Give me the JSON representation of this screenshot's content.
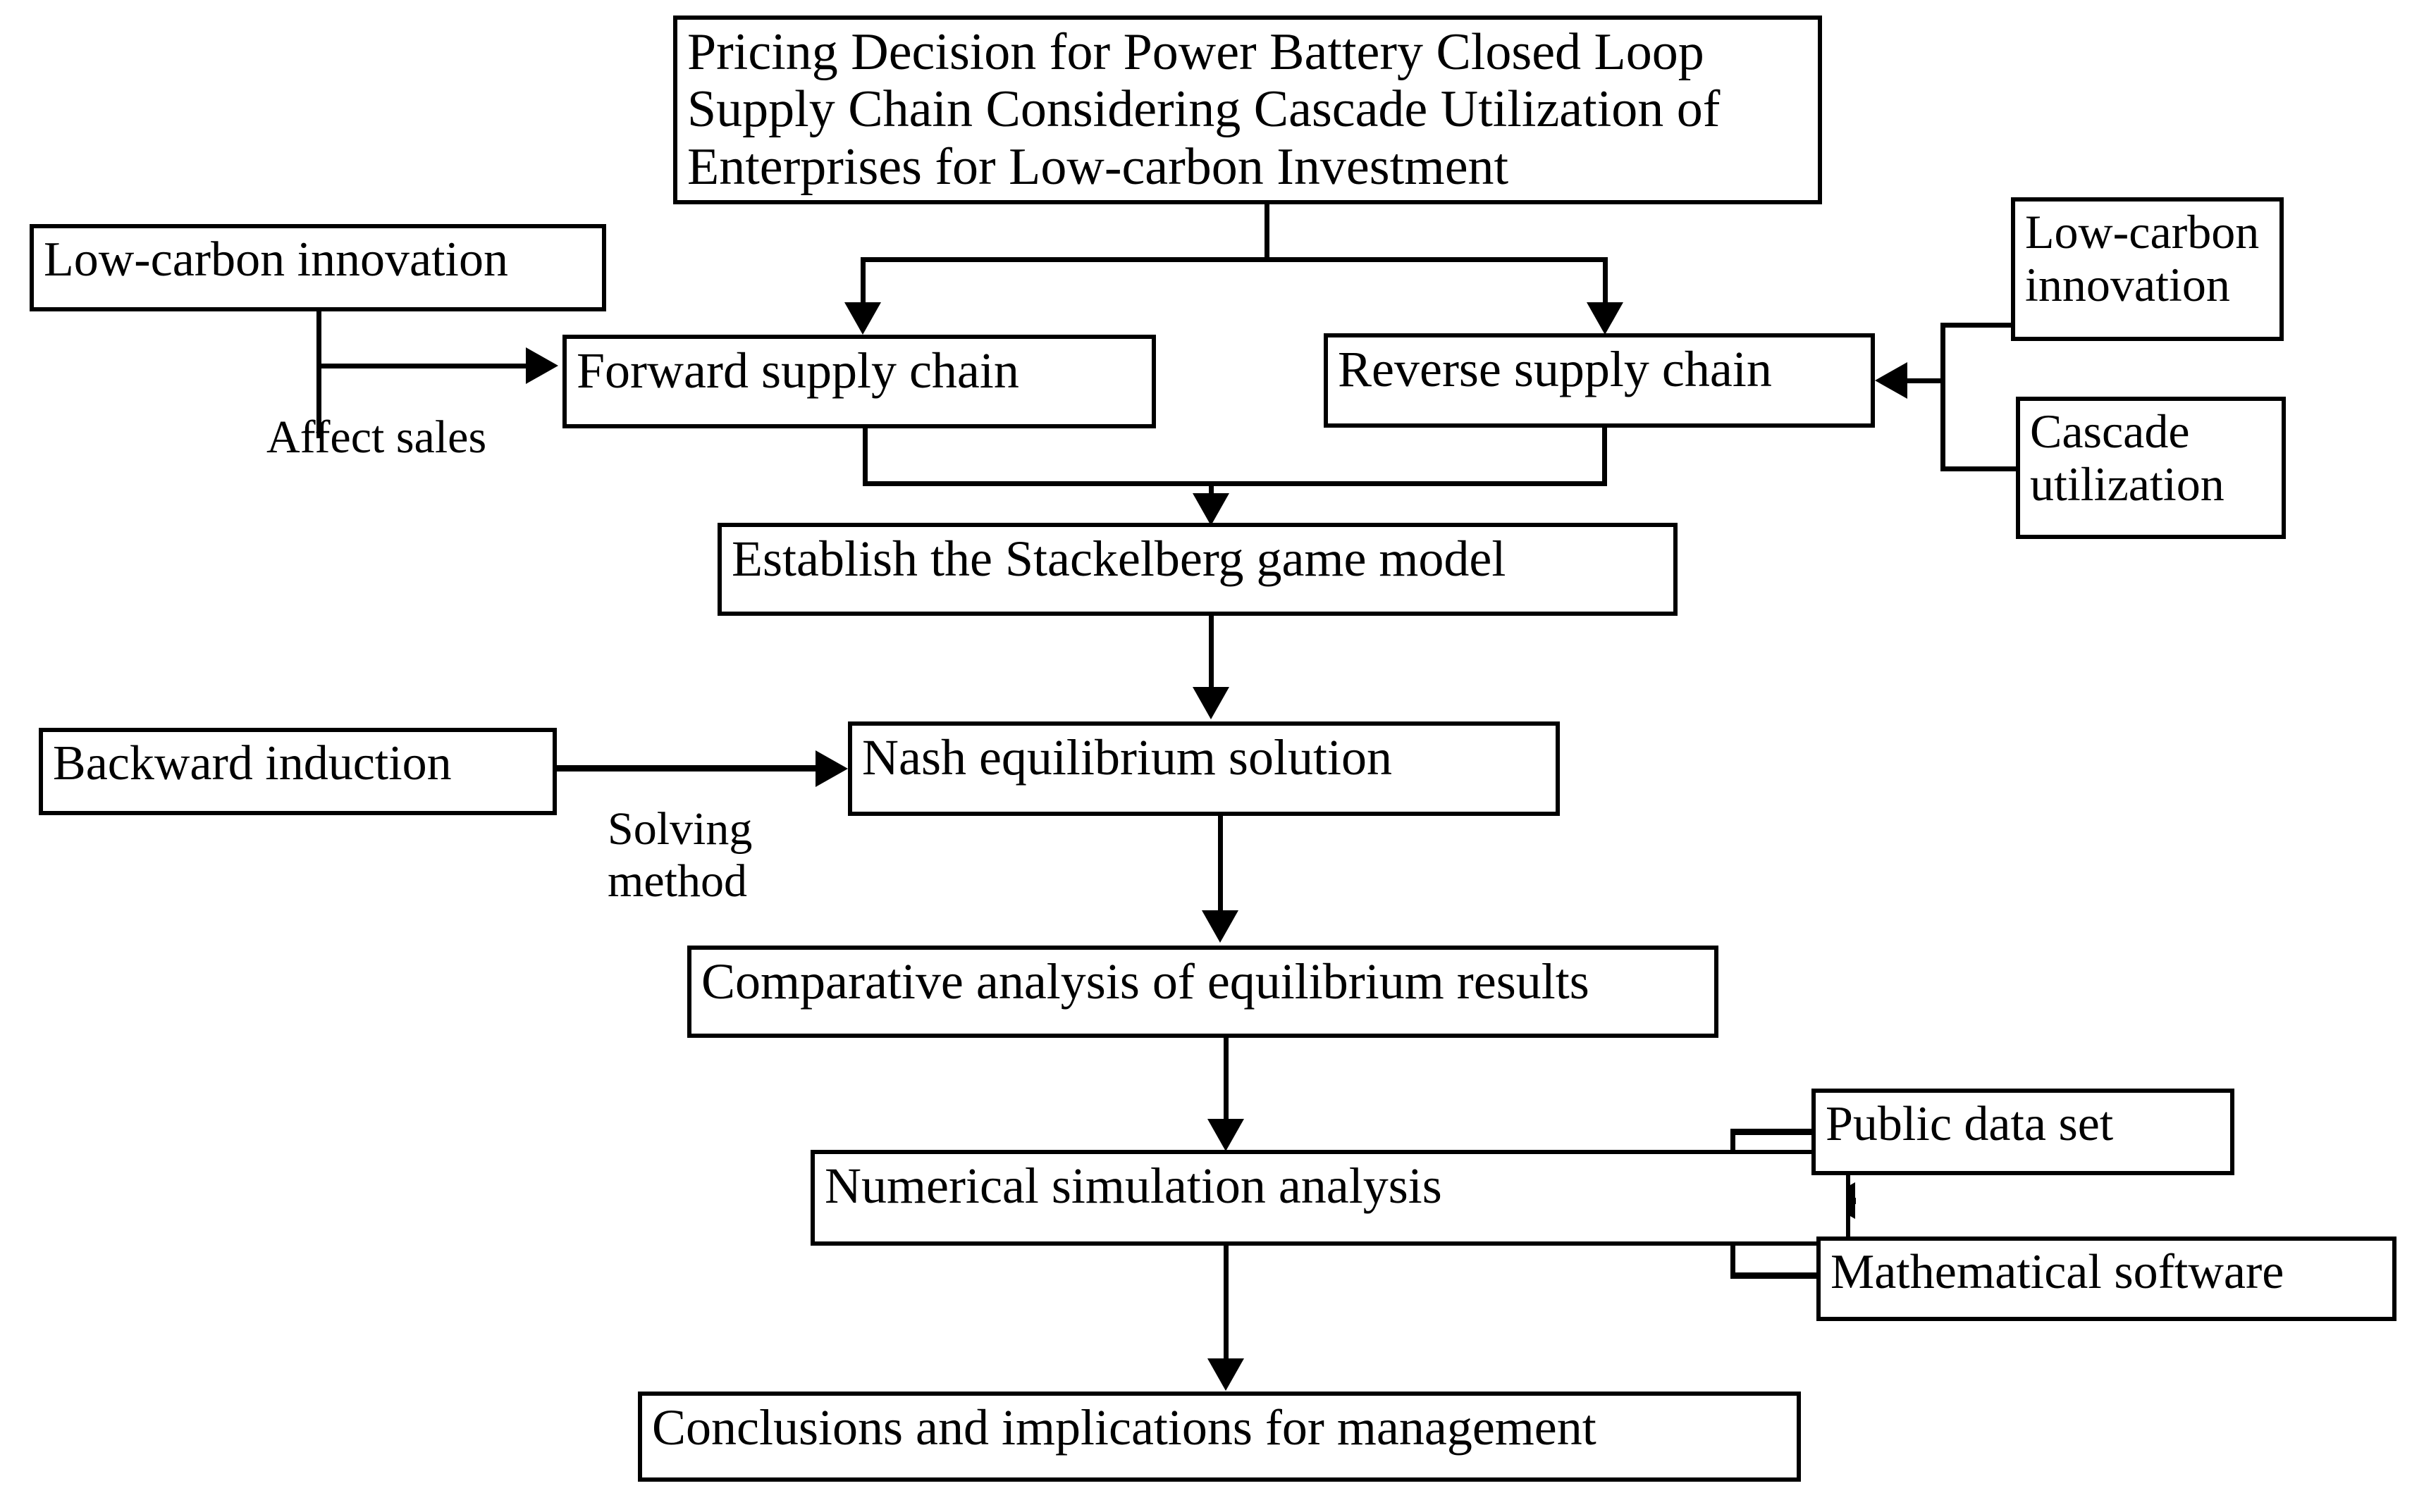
{
  "diagram": {
    "type": "flowchart",
    "background_color": "#ffffff",
    "line_color": "#000000",
    "text_color": "#000000",
    "nodes": {
      "title": "Pricing Decision for Power Battery Closed Loop Supply Chain Considering Cascade Utilization of Enterprises for Low-carbon Investment",
      "low_carbon_innovation_left": "Low-carbon innovation",
      "low_carbon_innovation_right": "Low-carbon innovation",
      "cascade_utilization": "Cascade utilization",
      "forward_supply_chain": "Forward supply chain",
      "reverse_supply_chain": "Reverse supply chain",
      "stackelberg": "Establish the Stackelberg game model",
      "backward_induction": "Backward induction",
      "nash_equilibrium": "Nash equilibrium solution",
      "comparative_analysis": "Comparative analysis of equilibrium results",
      "numerical_simulation": "Numerical simulation analysis",
      "public_data_set": "Public data set",
      "mathematical_software": "Mathematical software",
      "conclusions": "Conclusions and implications for management"
    },
    "edge_labels": {
      "affect_sales": "Affect sales",
      "solving_method": "Solving\nmethod"
    }
  }
}
